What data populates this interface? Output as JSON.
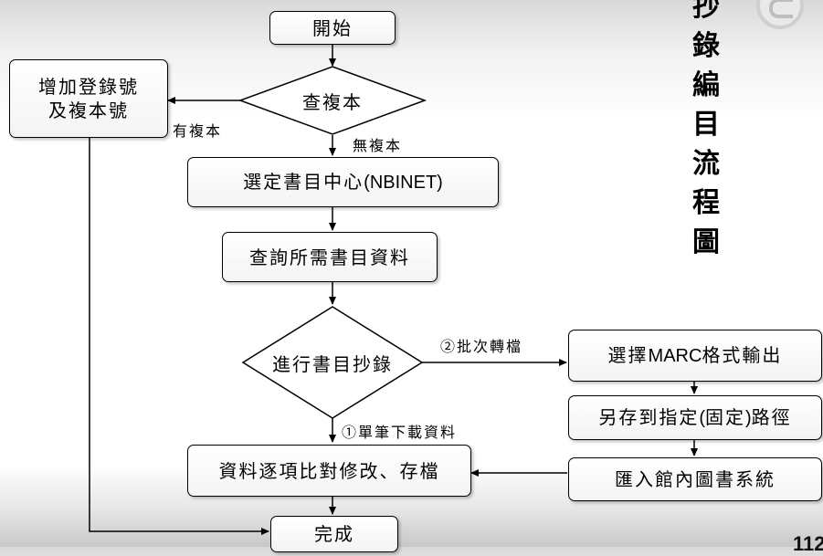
{
  "title_chars": [
    "抄",
    "錄",
    "編",
    "目",
    "流",
    "程",
    "圖"
  ],
  "page_number": "112",
  "nodes": {
    "start": "開始",
    "check_copy": "查複本",
    "add_numbers_line1": "增加登錄號",
    "add_numbers_line2": "及複本號",
    "select_center_zh": "選定書目中心",
    "select_center_en": "(NBINET)",
    "query_records": "查詢所需書目資料",
    "catalog_copy": "進行書目抄錄",
    "select_marc_pre": "選擇",
    "select_marc_en": "MARC",
    "select_marc_post": "格式輸出",
    "save_path_pre": "另存到指定",
    "save_path_en": "(",
    "save_path_mid": "固定",
    "save_path_en2": ")",
    "save_path_post": "路徑",
    "import_system": "匯入館內圖書系統",
    "compare_edit": "資料逐項比對修改、存檔",
    "finish": "完成"
  },
  "edges": {
    "has_copy": "有複本",
    "no_copy": "無複本",
    "batch": "②批次轉檔",
    "single": "①單筆下載資料"
  }
}
